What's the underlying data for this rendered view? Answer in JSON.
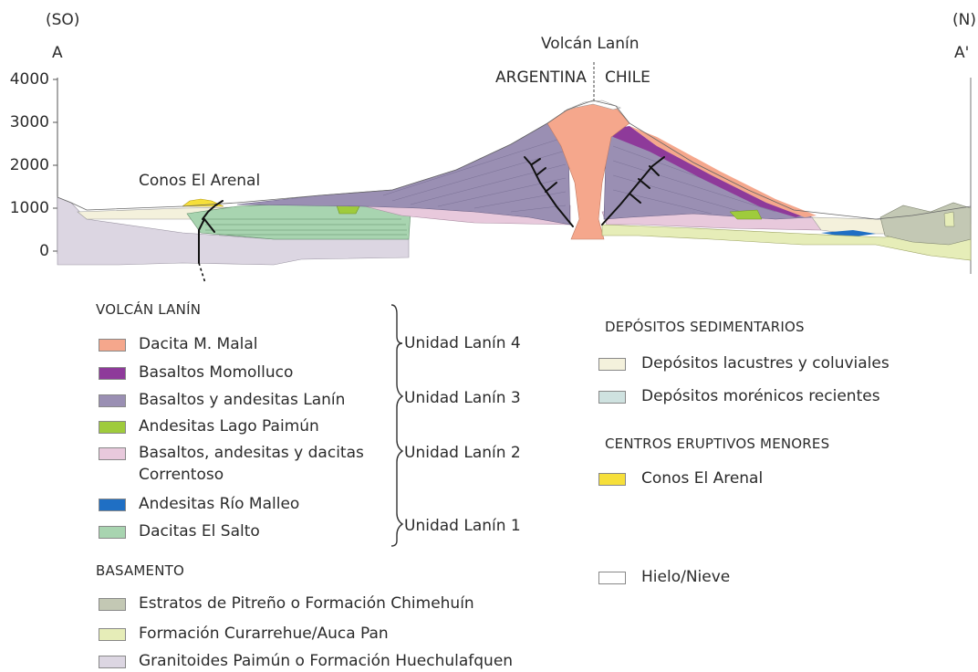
{
  "section": {
    "sw_orientation": "(SO)",
    "ne_orientation": "(N)",
    "point_a": "A",
    "point_a_prime": "A'",
    "elevation_ticks": [
      "4000",
      "3000",
      "2000",
      "1000",
      "0"
    ],
    "volcano_label": "Volcán Lanín",
    "country_left": "ARGENTINA",
    "country_right": "CHILE",
    "cones_label": "Conos El Arenal"
  },
  "legend_left": {
    "volcan_title": "VOLCÁN LANÍN",
    "volcan_items": [
      {
        "label": "Dacita M. Malal",
        "color": "#f5a78c"
      },
      {
        "label": "Basaltos Momolluco",
        "color": "#8e3a9a"
      },
      {
        "label": "Basaltos y andesitas Lanín",
        "color": "#9a8fb3"
      },
      {
        "label": "Andesitas Lago Paimún",
        "color": "#9fcb3c"
      },
      {
        "label": "Basaltos, andesitas y dacitas",
        "label2": "Correntoso",
        "color": "#e8c9dc"
      },
      {
        "label": "Andesitas Río Malleo",
        "color": "#1f6fc4"
      },
      {
        "label": "Dacitas El Salto",
        "color": "#a8d4b0"
      }
    ],
    "units": [
      "Unidad Lanín 4",
      "Unidad Lanín 3",
      "Unidad Lanín 2",
      "Unidad Lanín 1"
    ],
    "basement_title": "BASAMENTO",
    "basement_items": [
      {
        "label": "Estratos de Pitreño o Formación Chimehuín",
        "color": "#c3c8b4"
      },
      {
        "label": "Formación Curarrehue/Auca Pan",
        "color": "#e6edb8"
      },
      {
        "label": "Granitoides Paimún o Formación Huechulafquen",
        "color": "#dcd6e2"
      }
    ]
  },
  "legend_right": {
    "sed_title": "DEPÓSITOS SEDIMENTARIOS",
    "sed_items": [
      {
        "label": "Depósitos lacustres y coluviales",
        "color": "#f4f1dc"
      },
      {
        "label": "Depósitos morénicos recientes",
        "color": "#cfe2e0"
      }
    ],
    "centros_title": "CENTROS ERUPTIVOS MENORES",
    "centros_items": [
      {
        "label": "Conos El Arenal",
        "color": "#f6df3a"
      }
    ],
    "ice_item": {
      "label": "Hielo/Nieve",
      "color": "#ffffff"
    }
  }
}
